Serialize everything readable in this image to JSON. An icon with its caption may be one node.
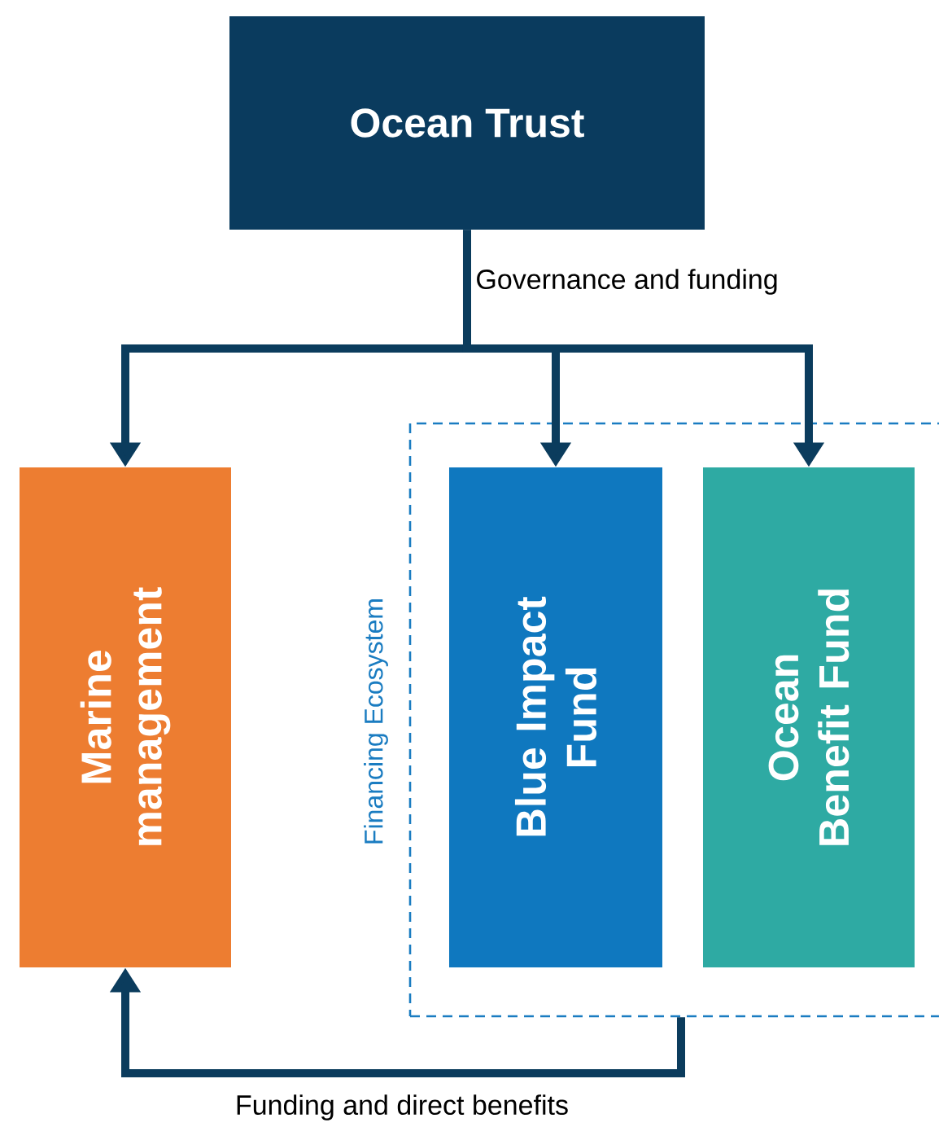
{
  "diagram": {
    "nodes": [
      {
        "text": [
          "Ocean Trust"
        ]
      },
      {
        "text": [
          "Marine management"
        ]
      },
      {
        "text": [
          "Financing Ecosystem"
        ]
      },
      {
        "text": [
          "Blue Impact Fund"
        ],
        "in": 2
      },
      {
        "text": [
          "Ocean Benefit Fund"
        ],
        "in": 2
      }
    ],
    "edges": [
      {
        "from": 0,
        "to": 1,
        "arrow": "to",
        "label": "Governance and funding"
      },
      {
        "from": 0,
        "to": 3,
        "arrow": "to"
      },
      {
        "from": 0,
        "to": 4,
        "arrow": "to"
      },
      {
        "from": 2,
        "to": 1,
        "arrow": "to",
        "label": "Funding and direct benefits"
      }
    ]
  }
}
